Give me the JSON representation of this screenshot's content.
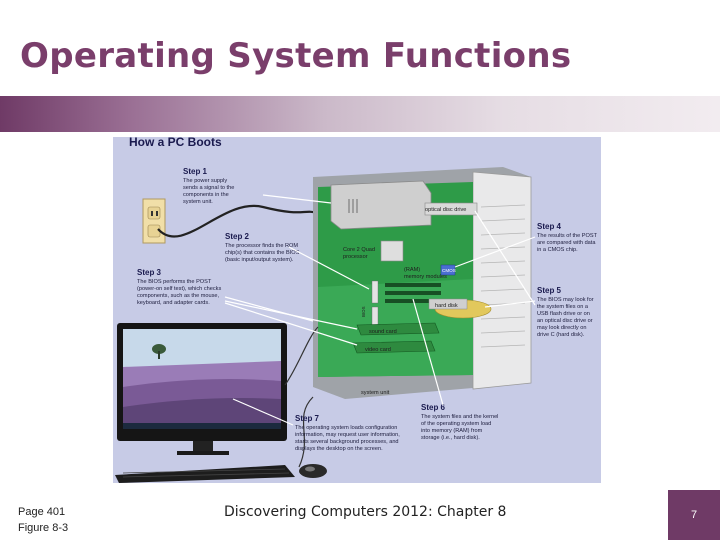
{
  "slide": {
    "title": "Operating System Functions",
    "footer_page": "Page 401",
    "footer_figure": "Figure 8-3",
    "footer_book": "Discovering Computers 2012: Chapter 8",
    "page_number": "7",
    "accent_color": "#7a3e6b"
  },
  "figure": {
    "heading": "How a PC Boots",
    "steps": [
      {
        "title": "Step 1",
        "lines": [
          "The power supply",
          "sends a signal to the",
          "components in the",
          "system unit."
        ]
      },
      {
        "title": "Step 2",
        "lines": [
          "The processor finds the ROM",
          "chip(s) that contains the BIOS",
          "(basic input/output system)."
        ]
      },
      {
        "title": "Step 3",
        "lines": [
          "The BIOS performs the POST",
          "(power-on self test), which checks",
          "components, such as the mouse,",
          "keyboard, and adapter cards."
        ]
      },
      {
        "title": "Step 4",
        "lines": [
          "The results of the POST",
          "are compared with data",
          "in a CMOS chip."
        ]
      },
      {
        "title": "Step 5",
        "lines": [
          "The BIOS may look for",
          "the system files on a",
          "USB flash drive or on",
          "an optical disc drive or",
          "may look directly on",
          "drive C (hard disk)."
        ]
      },
      {
        "title": "Step 6",
        "lines": [
          "The system files and the kernel",
          "of the operating system load",
          "into memory (RAM) from",
          "storage (i.e., hard disk)."
        ]
      },
      {
        "title": "Step 7",
        "lines": [
          "The operating system loads configuration",
          "information, may request user information,",
          "starts several background processes, and",
          "displays the desktop on the screen."
        ]
      }
    ],
    "parts": {
      "optical": "optical disc drive",
      "processor_1": "Core 2 Quad",
      "processor_2": "processor",
      "memory_1": "(RAM)",
      "memory_2": "memory modules",
      "cmos": "CMOS",
      "bios": "BIOS",
      "hard_disk": "hard disk",
      "sound": "sound card",
      "video": "video card",
      "system_unit": "system unit"
    }
  }
}
